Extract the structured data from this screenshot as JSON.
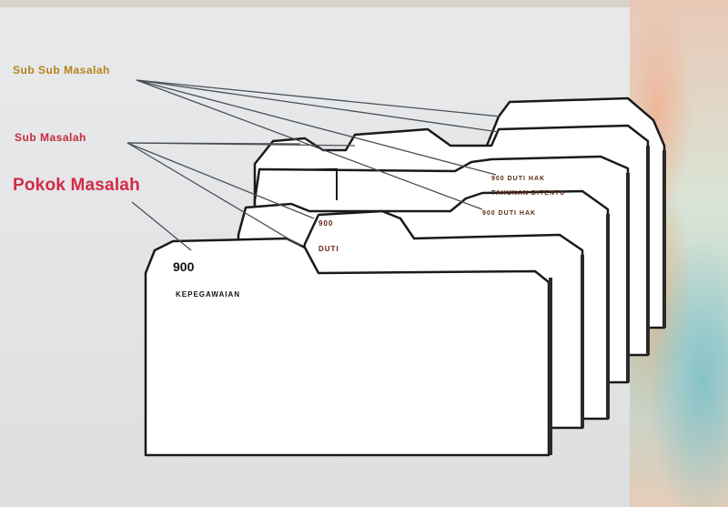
{
  "labels": {
    "sub_sub_masalah": "Sub Sub Masalah",
    "sub_masalah": "Sub Masalah",
    "pokok_masalah": "Pokok Masalah"
  },
  "folders": {
    "front_code": "900",
    "front_title": "KEPEGAWAIAN",
    "tab2_code": "900",
    "tab2_title": "DUTI",
    "back_a_text": "900 DUTI HAK",
    "back_b_text": "TAHUNAN DITENTU",
    "back_c_text": "900 DUTI HAK"
  },
  "colors": {
    "sub_sub_label": "#b8821a",
    "sub_label": "#c8283c",
    "pokok_label": "#d42a44",
    "folder_fill": "#ffffff",
    "folder_outline": "#1a1a1a"
  }
}
